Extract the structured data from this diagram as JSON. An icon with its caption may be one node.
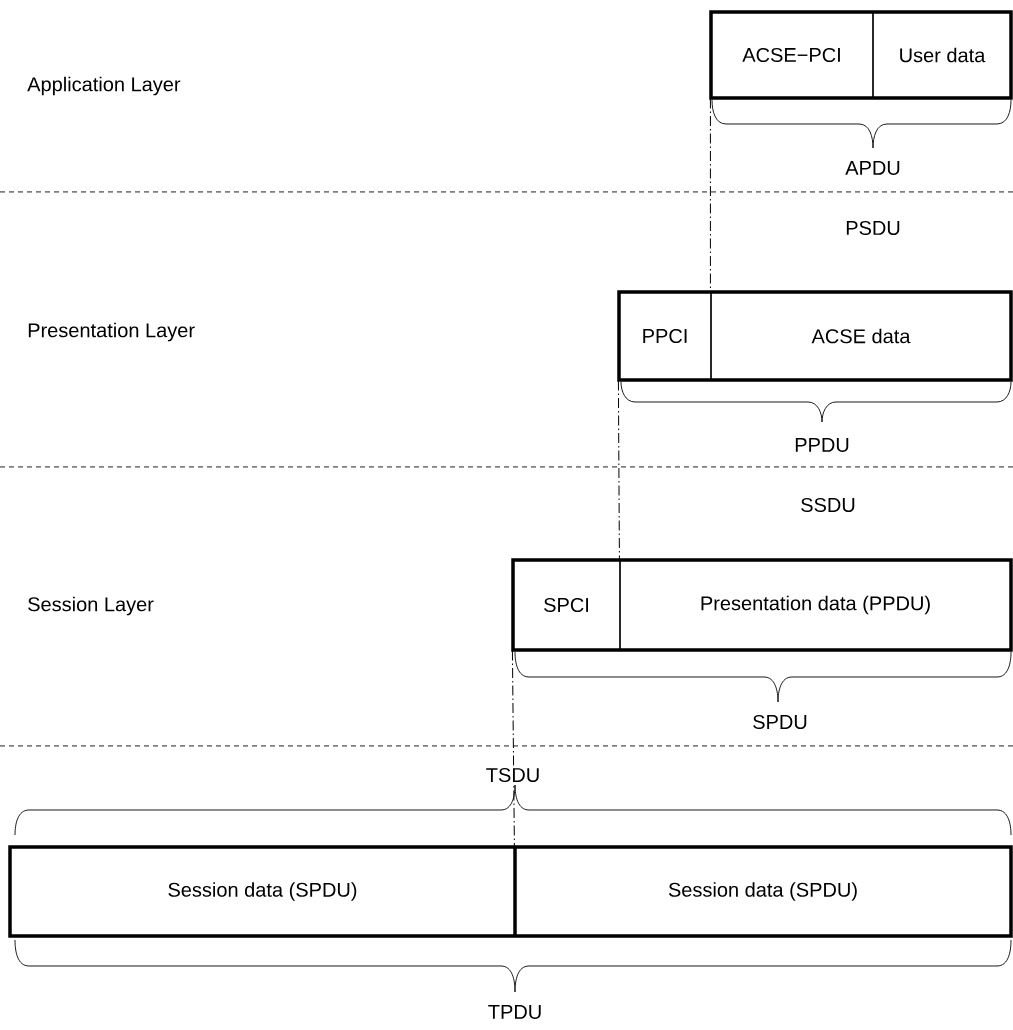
{
  "diagram": {
    "nodes": [
      {
        "text": [
          "ACSE−PCI"
        ]
      },
      {
        "text": [
          "User data"
        ]
      },
      {
        "text": [
          "PPCI"
        ]
      },
      {
        "text": [
          "ACSE data"
        ]
      },
      {
        "text": [
          "SPCI"
        ]
      },
      {
        "text": [
          "Presentation data (PPDU)"
        ]
      },
      {
        "text": [
          "Session data (SPDU)"
        ]
      },
      {
        "text": [
          "Session data (SPDU)"
        ]
      }
    ],
    "edges": [
      {
        "from": 0,
        "to": 3,
        "arrow": "none",
        "style": "dashed"
      },
      {
        "from": 2,
        "to": 5,
        "arrow": "none",
        "style": "dashed"
      },
      {
        "from": 4,
        "to": 7,
        "arrow": "none",
        "style": "dashed"
      }
    ],
    "labels": [
      "Application Layer",
      "APDU",
      "PSDU",
      "Presentation Layer",
      "PPDU",
      "SSDU",
      "Session Layer",
      "SPDU",
      "TSDU",
      "TPDU"
    ]
  }
}
